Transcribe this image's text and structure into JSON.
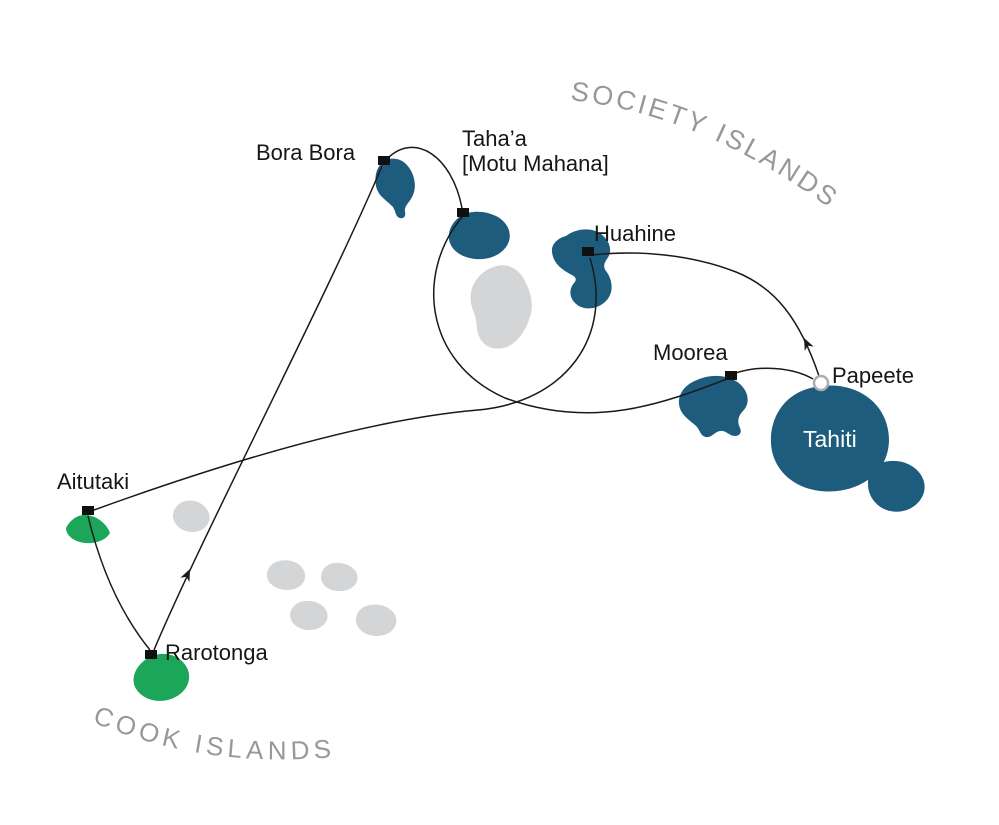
{
  "map": {
    "regions": [
      {
        "label": "SOCIETY ISLANDS"
      },
      {
        "label": "COOK ISLANDS"
      }
    ],
    "ports": [
      {
        "name": "Bora Bora"
      },
      {
        "name": "Taha’a",
        "subname": "[Motu Mahana]"
      },
      {
        "name": "Huahine"
      },
      {
        "name": "Moorea"
      },
      {
        "name": "Papeete"
      },
      {
        "name": "Aitutaki"
      },
      {
        "name": "Rarotonga"
      }
    ],
    "island_labels": [
      {
        "name": "Tahiti"
      }
    ],
    "route_legs": [
      {
        "from": "Papeete",
        "to": "Huahine"
      },
      {
        "from": "Huahine",
        "to": "Aitutaki"
      },
      {
        "from": "Aitutaki",
        "to": "Rarotonga"
      },
      {
        "from": "Rarotonga",
        "to": "Bora Bora"
      },
      {
        "from": "Bora Bora",
        "to": "Taha’a"
      },
      {
        "from": "Taha’a",
        "to": "Moorea"
      },
      {
        "from": "Moorea",
        "to": "Papeete"
      }
    ],
    "colors": {
      "society_island_fill": "#1e5c7e",
      "cook_island_fill": "#1ba65a",
      "uninhabited_fill": "#d3d5d6",
      "route_color": "#1a1a1a",
      "region_label_color": "#96989a",
      "label_color": "#161616"
    }
  }
}
